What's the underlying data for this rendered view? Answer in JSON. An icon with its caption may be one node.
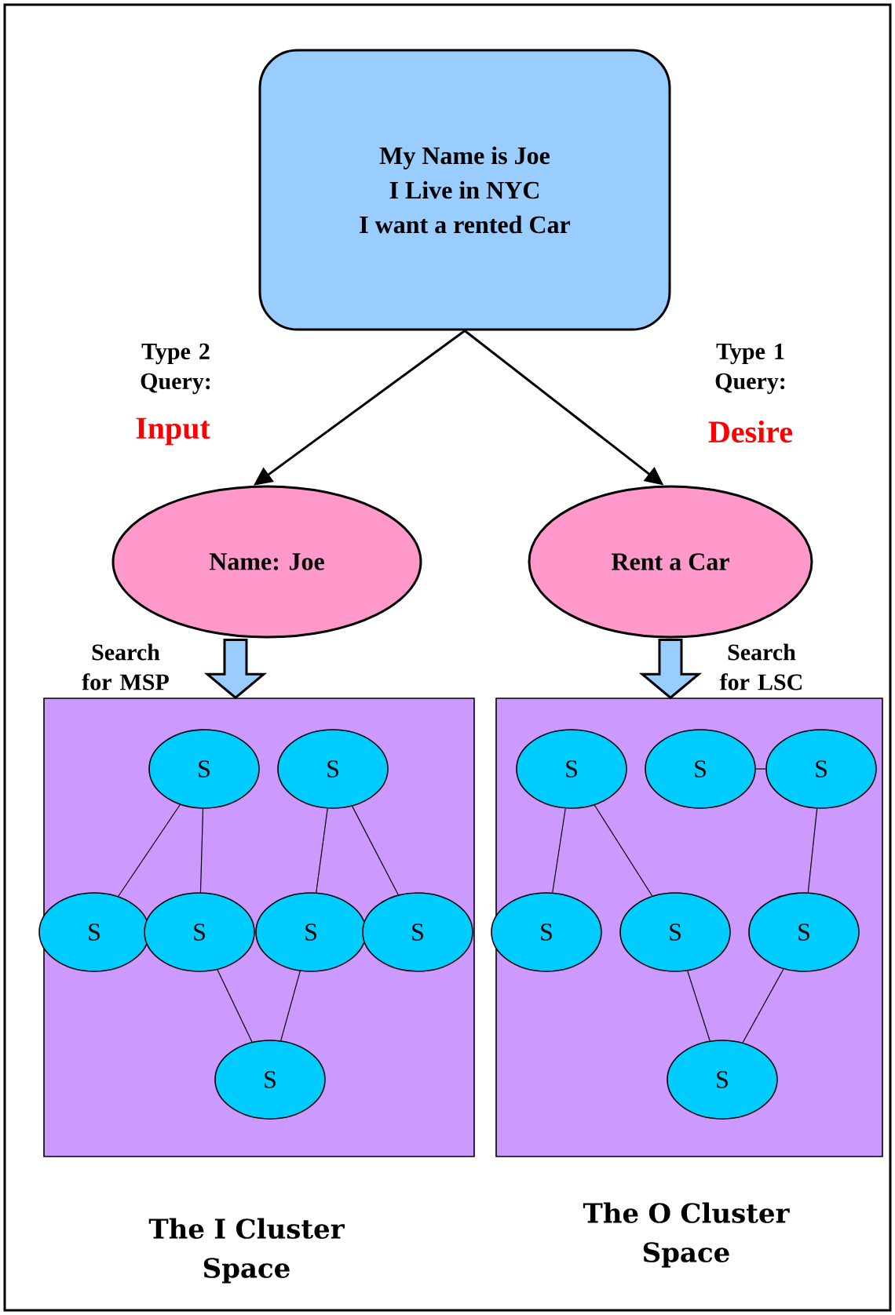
{
  "diagram": {
    "nodes": [
      {
        "text": [
          "My Name is Joe",
          "I Live in NYC",
          "I want a rented Car"
        ]
      },
      {
        "text": [
          "Name: Joe"
        ]
      },
      {
        "text": [
          "Rent a Car"
        ]
      },
      {
        "text": [
          "The I Cluster Space"
        ]
      },
      {
        "text": [
          "The O Cluster Space"
        ]
      },
      {
        "text": [
          "S"
        ],
        "in": 3
      },
      {
        "text": [
          "S"
        ],
        "in": 3
      },
      {
        "text": [
          "S"
        ],
        "in": 3
      },
      {
        "text": [
          "S"
        ],
        "in": 3
      },
      {
        "text": [
          "S"
        ],
        "in": 3
      },
      {
        "text": [
          "S"
        ],
        "in": 3
      },
      {
        "text": [
          "S"
        ],
        "in": 3
      },
      {
        "text": [
          "S"
        ],
        "in": 4
      },
      {
        "text": [
          "S"
        ],
        "in": 4
      },
      {
        "text": [
          "S"
        ],
        "in": 4
      },
      {
        "text": [
          "S"
        ],
        "in": 4
      },
      {
        "text": [
          "S"
        ],
        "in": 4
      },
      {
        "text": [
          "S"
        ],
        "in": 4
      },
      {
        "text": [
          "S"
        ],
        "in": 4
      }
    ],
    "edges": [
      {
        "from": 0,
        "to": 1,
        "arrow": "to",
        "label": "Type 2 Query:"
      },
      {
        "from": 0,
        "to": 2,
        "arrow": "to",
        "label": "Type 1 Query:"
      },
      {
        "from": 1,
        "to": 3,
        "arrow": "to",
        "label": "Search for MSP",
        "style": "thick",
        "color": "#99ccff"
      },
      {
        "from": 2,
        "to": 4,
        "arrow": "to",
        "label": "Search for LSC",
        "style": "thick",
        "color": "#99ccff"
      },
      {
        "from": 5,
        "to": 7,
        "arrow": "none"
      },
      {
        "from": 5,
        "to": 8,
        "arrow": "none"
      },
      {
        "from": 6,
        "to": 9,
        "arrow": "none"
      },
      {
        "from": 6,
        "to": 10,
        "arrow": "none"
      },
      {
        "from": 8,
        "to": 11,
        "arrow": "none"
      },
      {
        "from": 9,
        "to": 11,
        "arrow": "none"
      },
      {
        "from": 12,
        "to": 15,
        "arrow": "none"
      },
      {
        "from": 12,
        "to": 16,
        "arrow": "none"
      },
      {
        "from": 13,
        "to": 14,
        "arrow": "none"
      },
      {
        "from": 14,
        "to": 17,
        "arrow": "none"
      },
      {
        "from": 16,
        "to": 18,
        "arrow": "none"
      },
      {
        "from": 17,
        "to": 18,
        "arrow": "none"
      }
    ],
    "labels": [
      "Input",
      "Desire"
    ]
  }
}
